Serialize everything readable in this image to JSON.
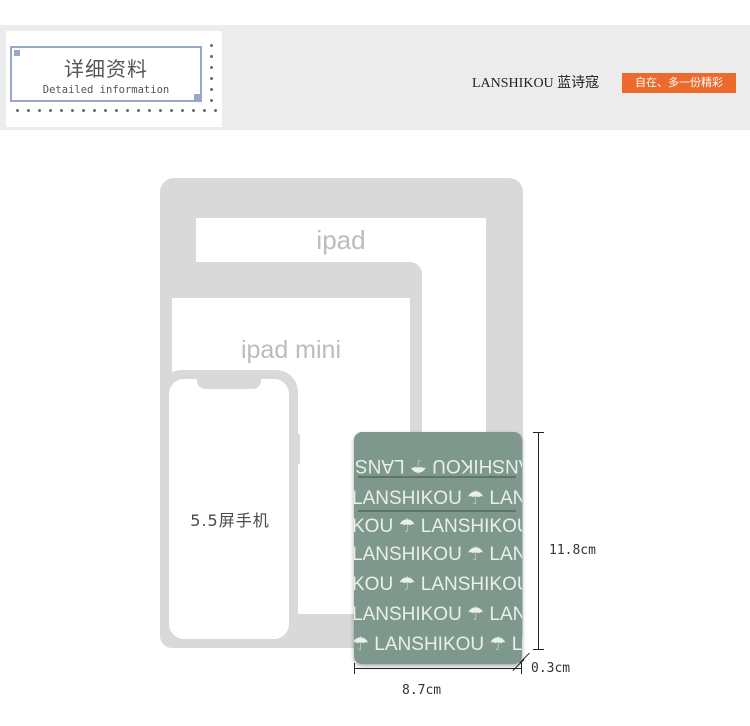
{
  "header": {
    "title_cn": "详细资料",
    "title_en": "Detailed information",
    "brand": "LANSHIKOU 蓝诗寇",
    "slogan": "自在、多一份精彩"
  },
  "devices": {
    "tablet_large_label": "ipad",
    "tablet_mini_label": "ipad mini",
    "phone_label": "5.5屏手机"
  },
  "wallet": {
    "pattern_rows": [
      "LANSHIKOU ☂ LANS",
      "LANSHIKOU ☂ LANSH",
      "KOU ☂ LANSHIKOU",
      "LANSHIKOU ☂ LANS",
      "KOU ☂ LANSHIKOU",
      "LANSHIKOU ☂ LANSH",
      "☂ LANSHIKOU ☂ LA"
    ]
  },
  "dimensions": {
    "height": "11.8cm",
    "thickness": "0.3cm",
    "width": "8.7cm"
  },
  "colors": {
    "accent": "#ec6a2c",
    "device_gray": "#d9d9d9",
    "wallet_green": "#7f988d"
  }
}
